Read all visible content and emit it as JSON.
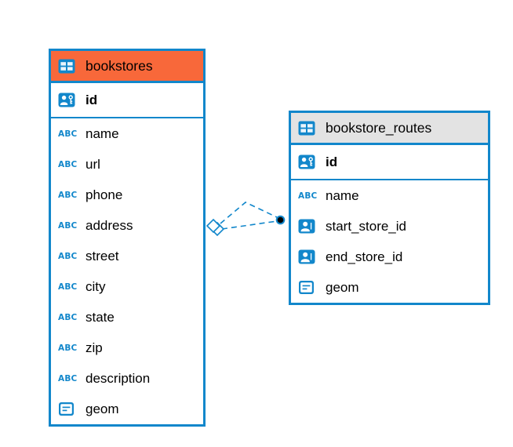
{
  "diagram": {
    "tables": [
      {
        "id": "bookstores",
        "name": "bookstores",
        "header_color": "#F8683A",
        "icon": "table-icon",
        "primary_key": {
          "label": "id",
          "icon": "user-key-icon"
        },
        "columns": [
          {
            "label": "name",
            "icon": "abc-icon"
          },
          {
            "label": "url",
            "icon": "abc-icon"
          },
          {
            "label": "phone",
            "icon": "abc-icon"
          },
          {
            "label": "address",
            "icon": "abc-icon"
          },
          {
            "label": "street",
            "icon": "abc-icon"
          },
          {
            "label": "city",
            "icon": "abc-icon"
          },
          {
            "label": "state",
            "icon": "abc-icon"
          },
          {
            "label": "zip",
            "icon": "abc-icon"
          },
          {
            "label": "description",
            "icon": "abc-icon"
          },
          {
            "label": "geom",
            "icon": "geometry-icon"
          }
        ]
      },
      {
        "id": "bookstore_routes",
        "name": "bookstore_routes",
        "header_color": "#E3E3E3",
        "icon": "table-icon",
        "primary_key": {
          "label": "id",
          "icon": "user-key-icon"
        },
        "columns": [
          {
            "label": "name",
            "icon": "abc-icon"
          },
          {
            "label": "start_store_id",
            "icon": "user-ref-icon"
          },
          {
            "label": "end_store_id",
            "icon": "user-ref-icon"
          },
          {
            "label": "geom",
            "icon": "geometry-icon"
          }
        ]
      }
    ],
    "relationships": [
      {
        "from": "bookstores",
        "to": "bookstore_routes",
        "via": "start_store_id",
        "style": "dashed"
      },
      {
        "from": "bookstores",
        "to": "bookstore_routes",
        "via": "end_store_id",
        "style": "dashed"
      }
    ],
    "icon_glyphs": {
      "abc-icon": "ABC"
    },
    "colors": {
      "table_border": "#1287CB",
      "relationship_line": "#1287CB",
      "bookstores_header": "#F8683A",
      "bookstore_routes_header": "#E3E3E3",
      "relationship_dot_fill": "#000000"
    }
  }
}
